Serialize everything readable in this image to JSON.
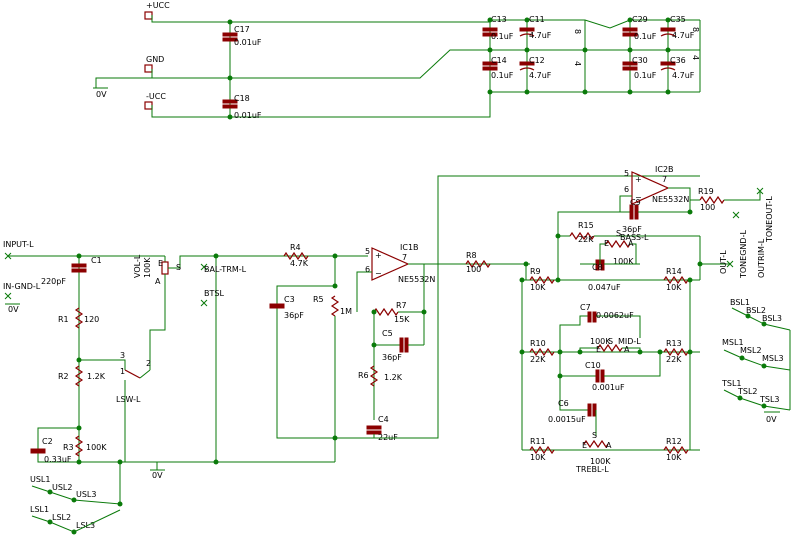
{
  "power": {
    "vcc_pos": "+UCC",
    "gnd": "GND",
    "vcc_neg": "-UCC",
    "ground_0v": "0V"
  },
  "caps": {
    "C17": "C17",
    "C17v": "0.01uF",
    "C18": "C18",
    "C18v": "0.01uF",
    "C13": "C13",
    "C13v": "0.1uF",
    "C11": "C11",
    "C11v": "4.7uF",
    "C14": "C14",
    "C14v": "0.1uF",
    "C12": "C12",
    "C12v": "4.7uF",
    "C29": "C29",
    "C29v": "0.1uF",
    "C35": "C35",
    "C35v": "4.7uF",
    "C30": "C30",
    "C30v": "0.1uF",
    "C36": "C36",
    "C36v": "4.7uF",
    "C1": "C1",
    "C1v": "220pF",
    "C2": "C2",
    "C2v": "0.33uF",
    "C3": "C3",
    "C3v": "36pF",
    "C4": "C4",
    "C4v": "22uF",
    "C5": "C5",
    "C5v": "36pF",
    "C6": "C6",
    "C6v": "0.0015uF",
    "C7": "C7",
    "C7v": "0.0062uF",
    "C8": "C8",
    "C8v": "0.047uF",
    "C9": "C9",
    "C9v": "36pF",
    "C10": "C10",
    "C10v": "0.001uF"
  },
  "pins": {
    "p8a": "8",
    "p4a": "4",
    "p8b": "8",
    "p4b": "4"
  },
  "res": {
    "R1": "R1",
    "R1v": "120",
    "R2": "R2",
    "R2v": "1.2K",
    "R3": "R3",
    "R3v": "100K",
    "R4": "R4",
    "R4v": "4.7K",
    "R5": "R5",
    "R5v": "1M",
    "R6": "R6",
    "R6v": "1.2K",
    "R7": "R7",
    "R7v": "15K",
    "R8": "R8",
    "R8v": "100",
    "R9": "R9",
    "R9v": "10K",
    "R10": "R10",
    "R10v": "22K",
    "R11": "R11",
    "R11v": "10K",
    "R12": "R12",
    "R12v": "10K",
    "R13": "R13",
    "R13v": "22K",
    "R14": "R14",
    "R14v": "10K",
    "R15": "R15",
    "R15v": "22K",
    "R19": "R19",
    "R19v": "100"
  },
  "opamps": {
    "ic1b": "IC1B",
    "ic1b_part": "NE5532N",
    "ic2b": "IC2B",
    "ic2b_part": "NE5532N",
    "p5": "5",
    "p6": "6",
    "p7": "7",
    "p5b": "5",
    "p6b": "6",
    "p7b": "7"
  },
  "pots": {
    "vol": "VOL-L",
    "vol_v": "100K",
    "vol_a": "A",
    "vol_e": "E",
    "vol_s": "S",
    "bass": "BASS-L",
    "bass_v": "100K",
    "bass_e": "E",
    "bass_a": "A",
    "bass_s": "S",
    "mid": "MID-L",
    "mid_v": "100K",
    "mid_e": "E",
    "mid_a": "A",
    "mid_s": "S",
    "treb": "TREBL-L",
    "treb_v": "100K",
    "treb_e": "E",
    "treb_a": "A",
    "treb_s": "S"
  },
  "switch": {
    "name": "LSW-L",
    "p1": "1",
    "p2": "2",
    "p3": "3"
  },
  "labels": {
    "input": "INPUT-L",
    "in_gnd": "IN-GND-L",
    "bal_trim": "BAL-TRM-L",
    "btsl": "BTSL",
    "out": "OUT-L",
    "tone_gnd": "TONEGND-L",
    "out_trim": "OUTRIM-L",
    "tone_out": "TONEOUT-L",
    "gnd_0v_a": "0V",
    "gnd_0v_b": "0V",
    "gnd_0v_c": "0V",
    "gnd_0v_d": "0V"
  },
  "jumpers": {
    "usl1": "USL1",
    "usl2": "USL2",
    "usl3": "USL3",
    "lsl1": "LSL1",
    "lsl2": "LSL2",
    "lsl3": "LSL3",
    "bsl1": "BSL1",
    "bsl2": "BSL2",
    "bsl3": "BSL3",
    "msl1": "MSL1",
    "msl2": "MSL2",
    "msl3": "MSL3",
    "tsl1": "TSL1",
    "tsl2": "TSL2",
    "tsl3": "TSL3"
  }
}
